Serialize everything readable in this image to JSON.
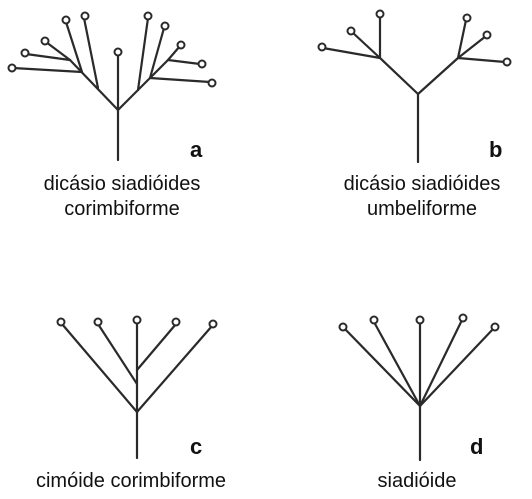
{
  "panels": {
    "a": {
      "letter": "a",
      "caption_line1": "dicásio siadióides",
      "caption_line2": "corimbiforme"
    },
    "b": {
      "letter": "b",
      "caption_line1": "dicásio siadióides",
      "caption_line2": "umbeliforme"
    },
    "c": {
      "letter": "c",
      "caption_line1": "cimóide corimbiforme",
      "caption_line2": ""
    },
    "d": {
      "letter": "d",
      "caption_line1": "siadióide",
      "caption_line2": ""
    }
  },
  "colors": {
    "line": "#2a2a2a",
    "text": "#111111",
    "background": "#ffffff"
  }
}
